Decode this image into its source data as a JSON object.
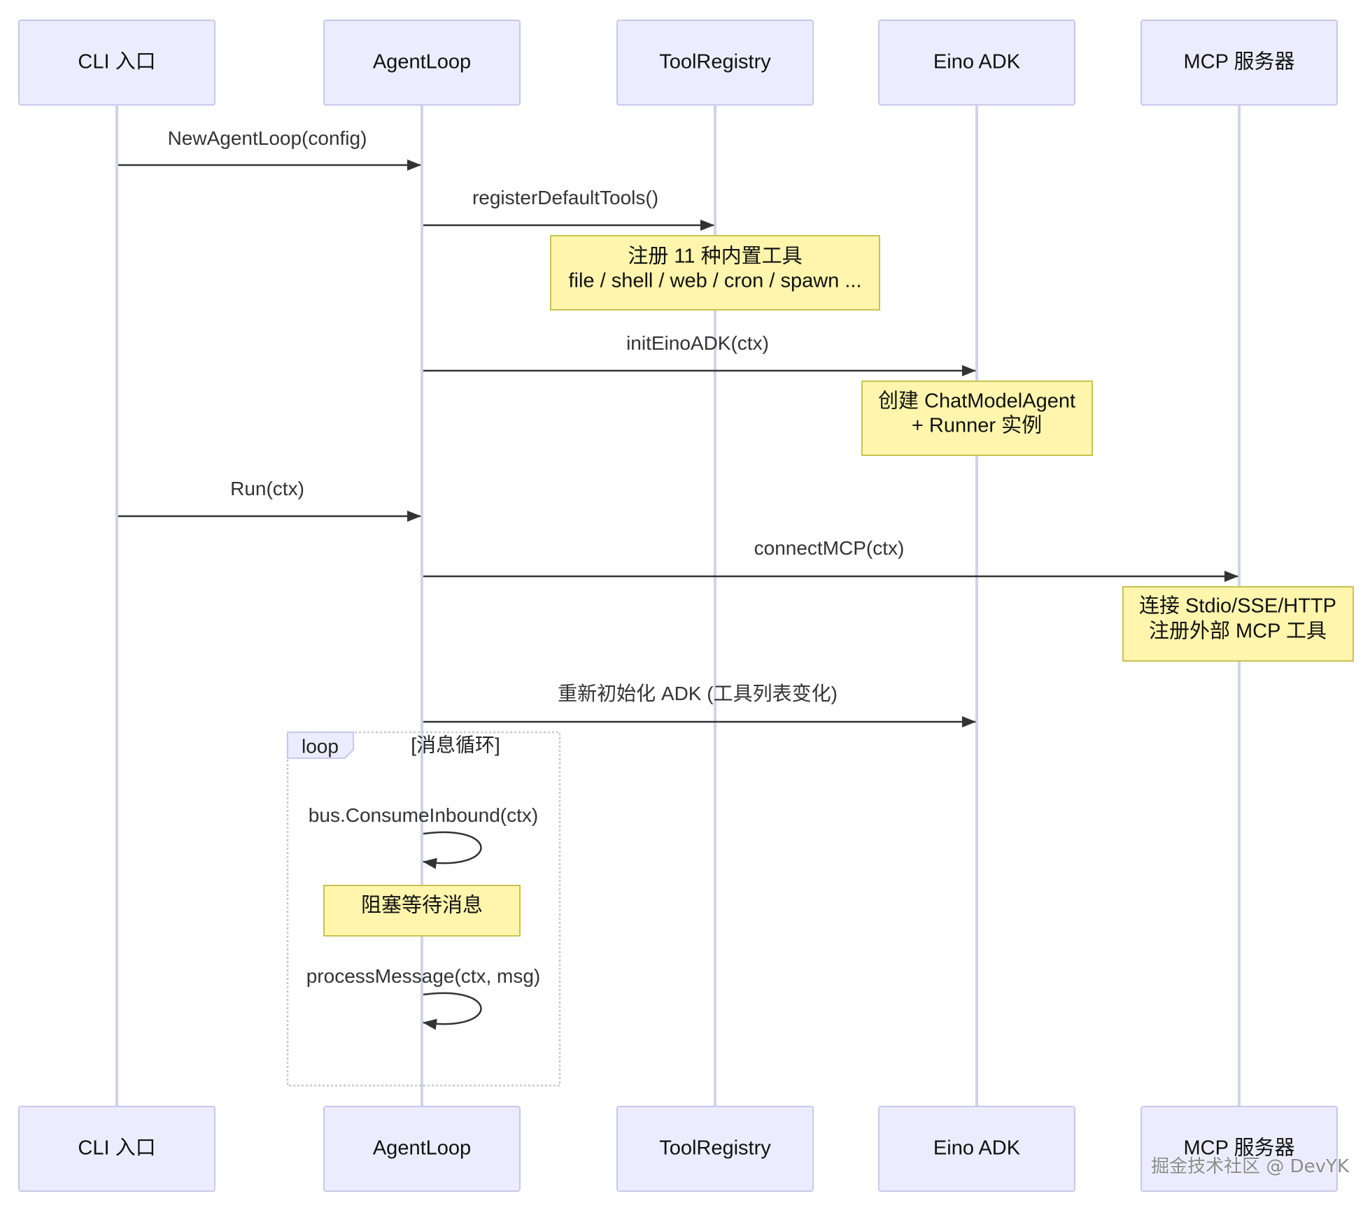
{
  "diagram": {
    "actors": [
      {
        "id": "cli",
        "label": "CLI 入口"
      },
      {
        "id": "agentloop",
        "label": "AgentLoop"
      },
      {
        "id": "toolregistry",
        "label": "ToolRegistry"
      },
      {
        "id": "eino",
        "label": "Eino ADK"
      },
      {
        "id": "mcp",
        "label": "MCP 服务器"
      }
    ],
    "messages": [
      {
        "from": "cli",
        "to": "agentloop",
        "label": "NewAgentLoop(config)"
      },
      {
        "from": "agentloop",
        "to": "toolregistry",
        "label": "registerDefaultTools()"
      },
      {
        "from": "agentloop",
        "to": "eino",
        "label": "initEinoADK(ctx)"
      },
      {
        "from": "cli",
        "to": "agentloop",
        "label": "Run(ctx)"
      },
      {
        "from": "agentloop",
        "to": "mcp",
        "label": "connectMCP(ctx)"
      },
      {
        "from": "agentloop",
        "to": "eino",
        "label": "重新初始化 ADK (工具列表变化)"
      },
      {
        "from": "agentloop",
        "to": "agentloop",
        "label": "bus.ConsumeInbound(ctx)"
      },
      {
        "from": "agentloop",
        "to": "agentloop",
        "label": "processMessage(ctx, msg)"
      }
    ],
    "notes": [
      {
        "over": "toolregistry",
        "lines": [
          "注册 11 种内置工具",
          "file / shell / web / cron / spawn ..."
        ]
      },
      {
        "over": "eino",
        "lines": [
          "创建 ChatModelAgent",
          "+ Runner 实例"
        ]
      },
      {
        "over": "mcp",
        "lines": [
          "连接 Stdio/SSE/HTTP",
          "注册外部 MCP 工具"
        ]
      },
      {
        "over": "agentloop",
        "lines": [
          "阻塞等待消息"
        ]
      }
    ],
    "loop": {
      "keyword": "loop",
      "condition": "[消息循环]"
    }
  },
  "watermark": "掘金技术社区 @ DevYK"
}
